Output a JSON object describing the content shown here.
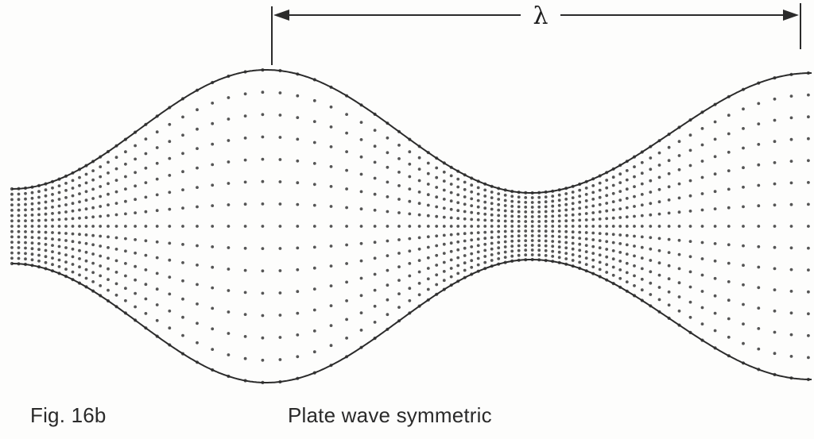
{
  "figure": {
    "label": "Fig. 16b",
    "title": "Plate wave symmetric",
    "wavelength_symbol": "λ"
  },
  "colors": {
    "ink": "#2b2b2b",
    "dots": "#555555",
    "background": "#fdfdfc"
  }
}
